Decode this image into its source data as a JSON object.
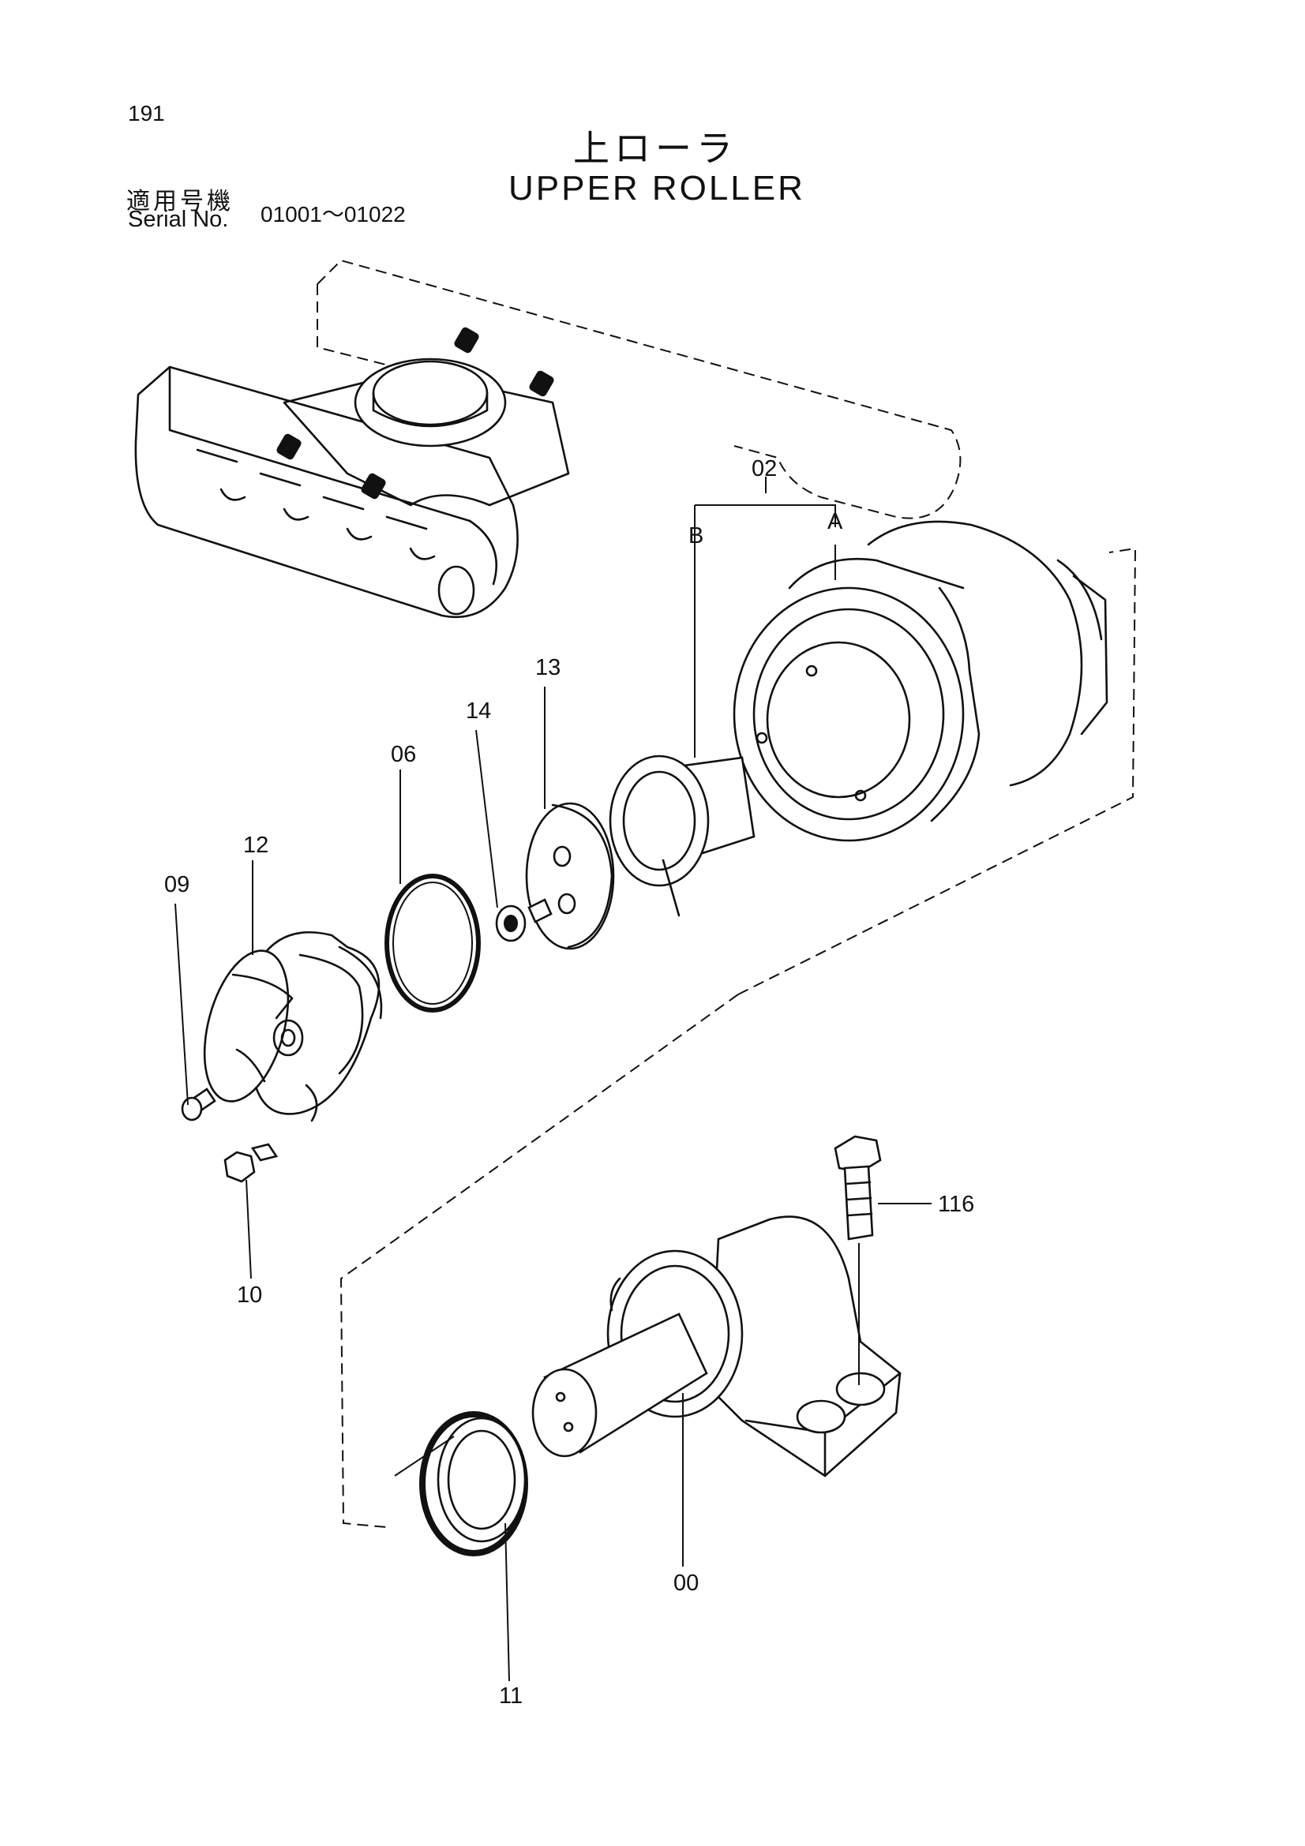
{
  "header": {
    "page_number": "191",
    "title_ja": "上ローラ",
    "title_en": "UPPER ROLLER",
    "serial_label_ja": "適用号機",
    "serial_label_en": "Serial No.",
    "serial_range": "01001～01022"
  },
  "callouts": {
    "c02": "02",
    "cA": "A",
    "cB": "B",
    "c13": "13",
    "c14": "14",
    "c06": "06",
    "c12": "12",
    "c09": "09",
    "c10": "10",
    "c116": "116",
    "c00": "00",
    "c11": "11"
  }
}
